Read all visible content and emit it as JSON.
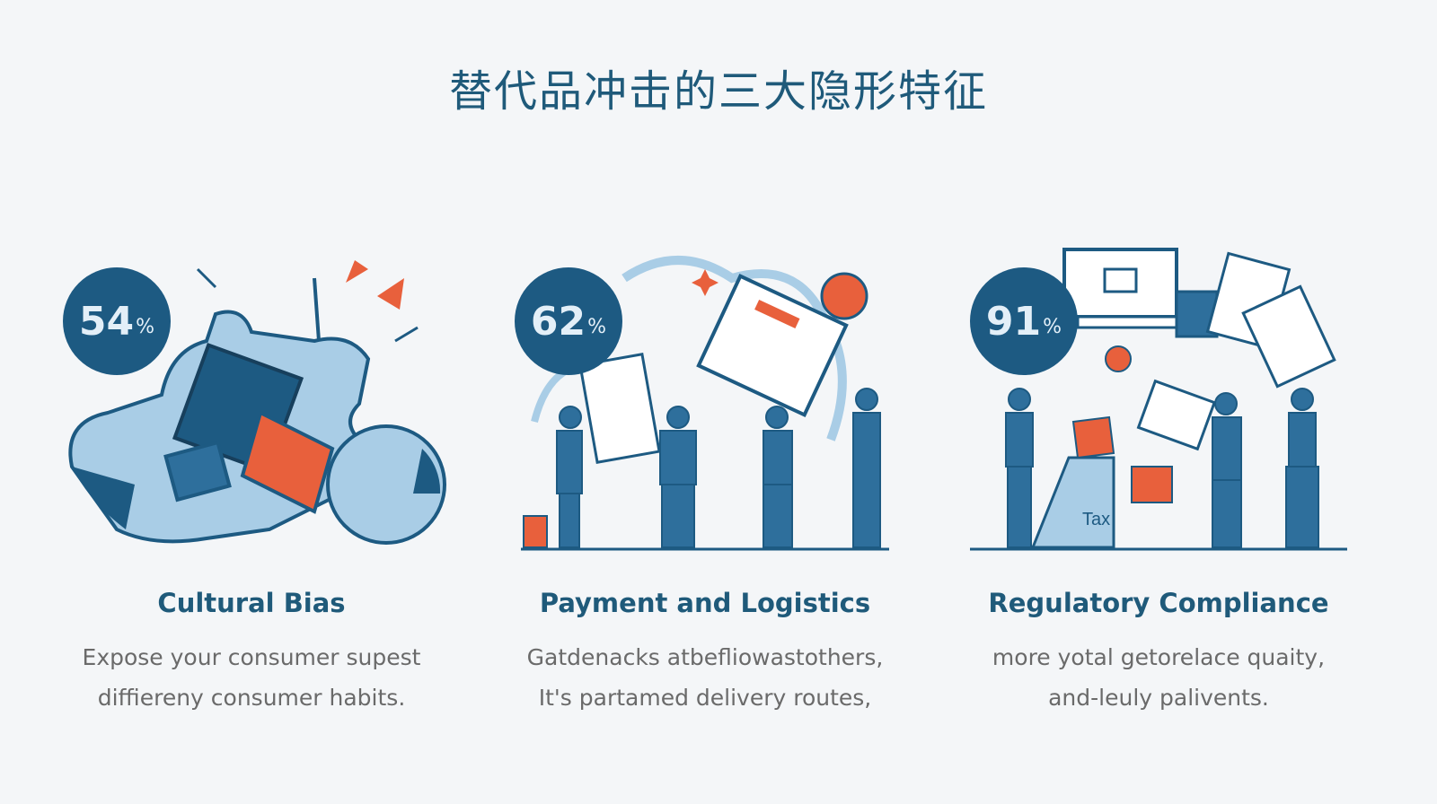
{
  "title": "替代品冲击的三大隐形特征",
  "colors": {
    "dark_blue": "#1d5a82",
    "light_blue": "#a9cde6",
    "orange": "#e8603c",
    "heading": "#1f5a7a"
  },
  "cards": [
    {
      "value": "54",
      "unit": "%",
      "heading": "Cultural Bias",
      "lines": [
        "Expose your consumer supest",
        "diffiereny consumer habits."
      ],
      "icon": "puzzle-pieces-illustration"
    },
    {
      "value": "62",
      "unit": "%",
      "heading": "Payment and Logistics",
      "lines": [
        "Gatdenacks atbefliowastothers,",
        "It's partamed delivery routes,"
      ],
      "icon": "people-documents-illustration"
    },
    {
      "value": "91",
      "unit": "%",
      "heading": "Regulatory Compliance",
      "lines": [
        "more yotal getorelace quaity,",
        "and-leuly palivents."
      ],
      "icon": "tax-compliance-illustration",
      "tax_label": "Tax"
    }
  ]
}
